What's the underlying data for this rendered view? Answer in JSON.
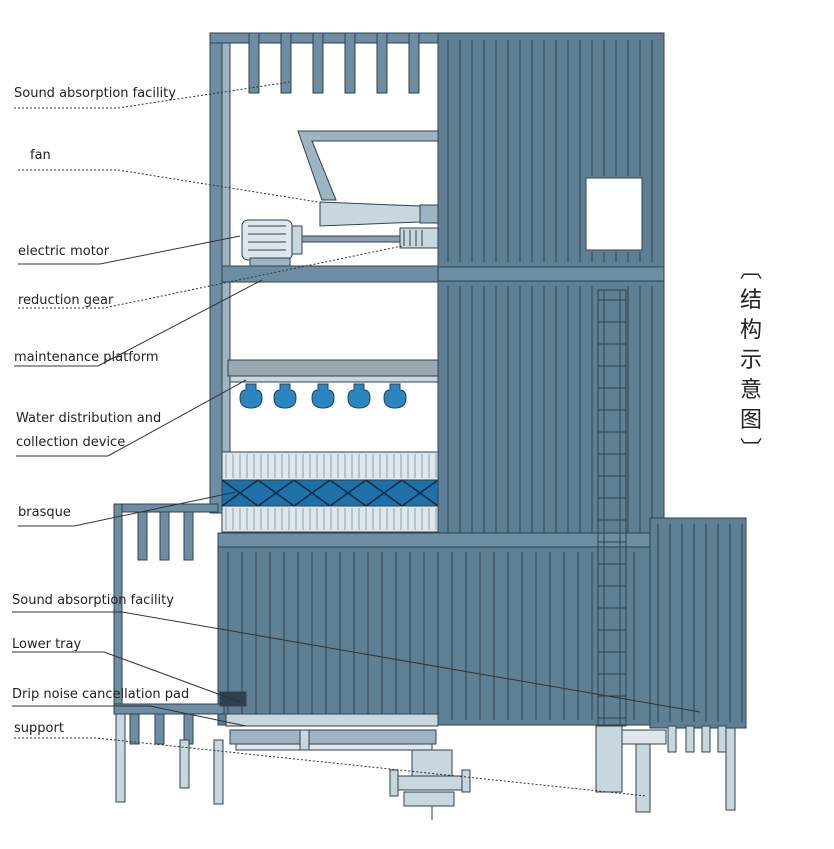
{
  "labels": {
    "sound_top": "Sound absorption facility",
    "fan": "fan",
    "motor": "electric motor",
    "gear": "reduction gear",
    "platform": "maintenance platform",
    "water_1": "Water distribution and",
    "water_2": "collection device",
    "brasque": "brasque",
    "sound_bottom": "Sound absorption facility",
    "lower_tray": "Lower tray",
    "drip": "Drip noise cancellation pad",
    "support": "support"
  },
  "side_title": {
    "open": "︹",
    "chars": [
      "结",
      "构",
      "示",
      "意",
      "图"
    ],
    "close": "︺"
  },
  "colors": {
    "panel": "#5f7f95",
    "panel_dark": "#3e5a6d",
    "frame": "#6d8ea2",
    "line": "#2f4150",
    "fill_light": "#c8d6de",
    "media_x": "#1f6fa8",
    "nozzle": "#2a86c0"
  }
}
